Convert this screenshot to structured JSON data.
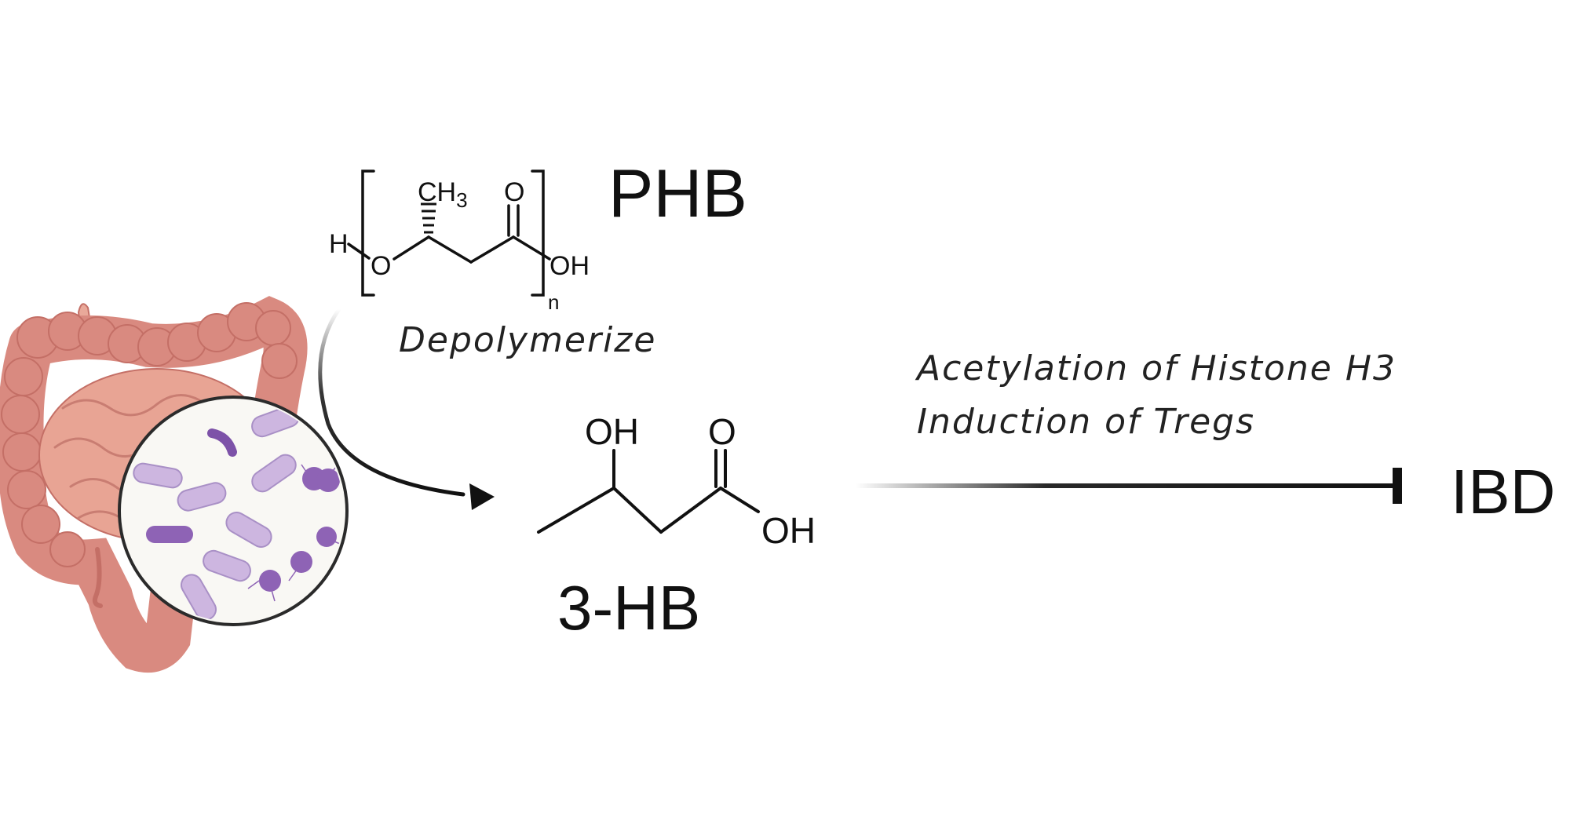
{
  "labels": {
    "polymer": "PHB",
    "monomer": "3-HB",
    "disease": "IBD",
    "step": "Depolymerize",
    "effect_line_1": "Acetylation of Histone H3",
    "effect_line_2": "Induction of Tregs"
  },
  "phb_structure": {
    "h": "H",
    "o": "O",
    "methyl": "CH",
    "methyl_sub": "3",
    "carbonyl_o": "O",
    "oh": "OH",
    "repeat": "n"
  },
  "hb_structure": {
    "hydroxyl": "OH",
    "carbonyl_o": "O",
    "acid_oh": "OH"
  },
  "illustration": {
    "gut": "intestine-icon",
    "microbes": "gut-bacteria-icon"
  },
  "colors": {
    "intestine": "#d98a80",
    "intestine_dark": "#c46f66",
    "small_intestine": "#e8a494",
    "bacteria_light": "#cdb6e0",
    "bacteria_dark": "#8e63b5"
  }
}
